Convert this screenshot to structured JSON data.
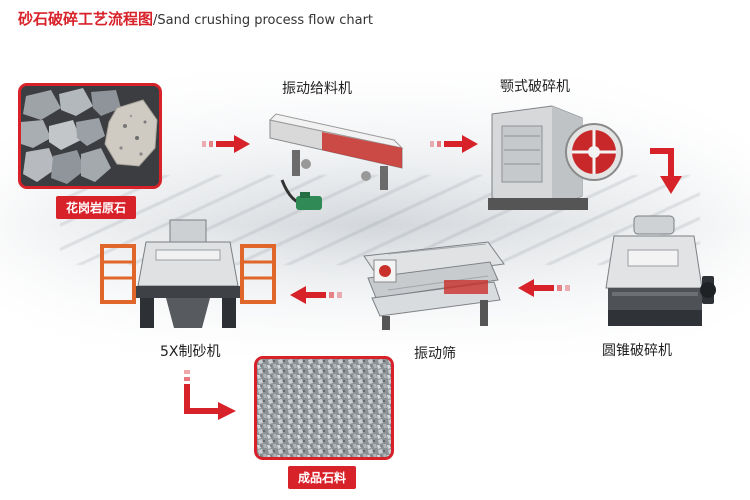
{
  "title": {
    "zh": "砂石破碎工艺流程图",
    "en": "/Sand crushing process flow chart"
  },
  "nodes": {
    "raw_stone": "花岗岩原石",
    "vibrating_feeder": "振动给料机",
    "jaw_crusher": "颚式破碎机",
    "cone_crusher": "圆锥破碎机",
    "vibrating_screen": "振动筛",
    "sand_maker": "5X制砂机",
    "finished_stone": "成品石料"
  },
  "colors": {
    "accent": "#d8222a",
    "text": "#1f1f1f"
  },
  "icons": [
    "arrow-right-icon",
    "arrow-down-right-icon",
    "arrow-left-icon",
    "arrow-down-turn-icon"
  ]
}
